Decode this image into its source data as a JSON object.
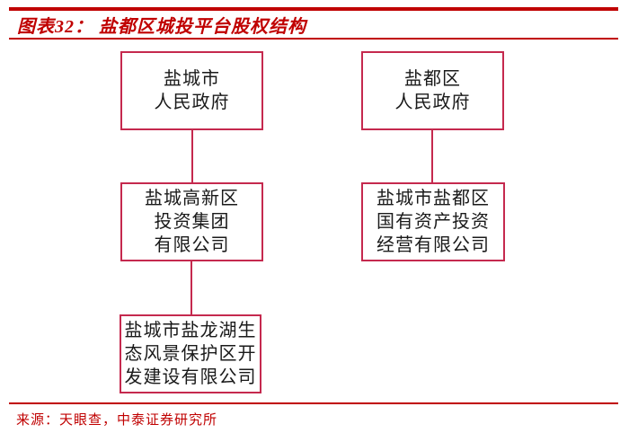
{
  "header": {
    "title": "图表32： 盐都区城投平台股权结构"
  },
  "org_chart": {
    "nodes": {
      "l1": {
        "name": "盐城市人民政府",
        "lines": [
          "盐城市",
          "人民政府"
        ]
      },
      "l2": {
        "name": "盐城高新区投资集团有限公司",
        "lines": [
          "盐城高新区",
          "投资集团",
          "有限公司"
        ]
      },
      "l3": {
        "name": "盐城市盐龙湖生态风景保护区开发建设有限公司",
        "lines": [
          "盐城市盐龙湖生",
          "态风景保护区开",
          "发建设有限公司"
        ]
      },
      "r1": {
        "name": "盐都区人民政府",
        "lines": [
          "盐都区",
          "人民政府"
        ]
      },
      "r2": {
        "name": "盐城市盐都区国有资产投资经营有限公司",
        "lines": [
          "盐城市盐都区",
          "国有资产投资",
          "经营有限公司"
        ]
      }
    },
    "edges": [
      {
        "from": "l1",
        "to": "l2"
      },
      {
        "from": "l2",
        "to": "l3"
      },
      {
        "from": "r1",
        "to": "r2"
      }
    ]
  },
  "footer": {
    "source": "来源：天眼查，中泰证券研究所"
  },
  "colors": {
    "accent_red": "#C00000",
    "box_border": "#C5294E",
    "text": "#1A1A1A",
    "background": "#FFFFFF"
  }
}
